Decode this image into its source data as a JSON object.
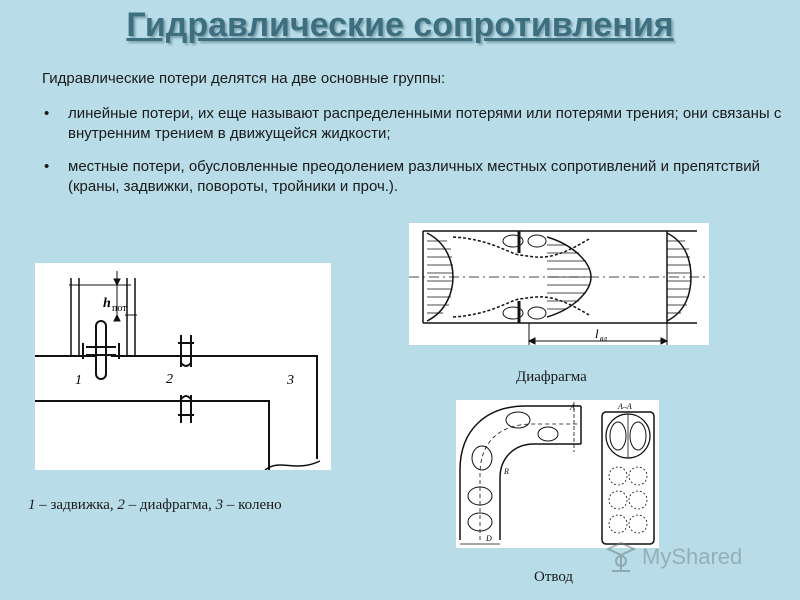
{
  "title": "Гидравлические сопротивления",
  "intro": "Гидравлические потери делятся на две основные группы:",
  "bullets": [
    "линейные потери, их еще называют распределенными потерями или потерями трения; они связаны с внутренним трением в движущейся жидкости;",
    "местные потери, обусловленные преодолением различных местных сопротивлений и препятствий (краны, задвижки, повороты, тройники и проч.)."
  ],
  "bullet_symbol": "•",
  "figure_pipe": {
    "label_1": "1",
    "label_2": "2",
    "label_3": "3",
    "h_label": "h",
    "h_subscript": "пот",
    "caption": {
      "n1": "1",
      "t1": " – задвижка, ",
      "n2": "2",
      "t2": " – диафрагма, ",
      "n3": "3",
      "t3": " – колено"
    }
  },
  "figure_diaphragm": {
    "l_label": "l",
    "l_subscript": "вл",
    "caption": "Диафрагма"
  },
  "figure_bend": {
    "section_label": "A–A",
    "mark_a": "A",
    "mark_d": "D",
    "mark_r": "R",
    "caption": "Отвод"
  },
  "watermark": {
    "text": "MyShared",
    "icon": "graduate-icon"
  },
  "colors": {
    "background": "#b8dde8",
    "title": "#3d6f80",
    "panel": "#ffffff"
  }
}
